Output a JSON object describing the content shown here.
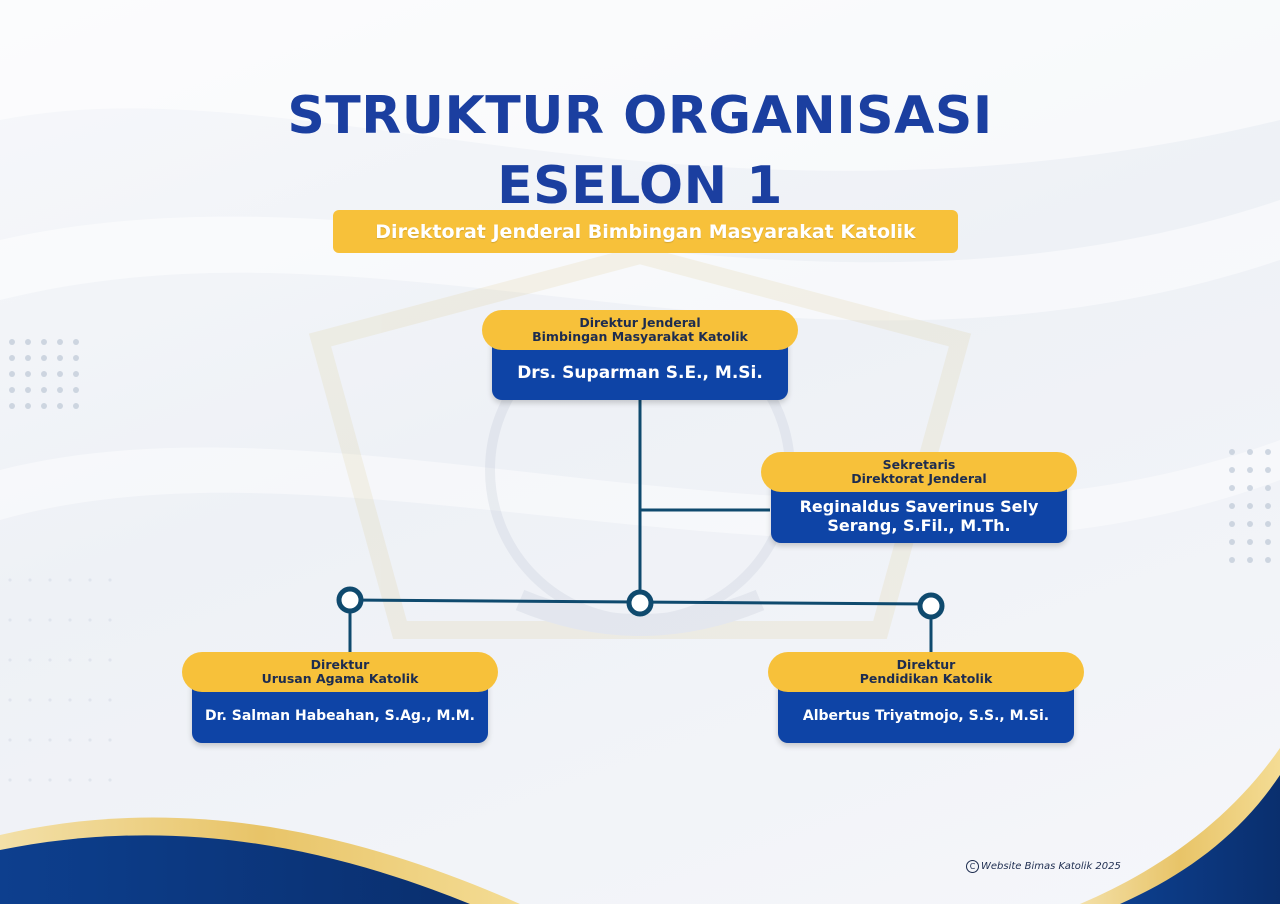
{
  "header": {
    "title_line1": "STRUKTUR ORGANISASI",
    "title_line2": "ESELON 1",
    "subtitle": "Direktorat Jenderal Bimbingan Masyarakat Katolik"
  },
  "nodes": {
    "dirjen": {
      "role_line1": "Direktur Jenderal",
      "role_line2": "Bimbingan Masyarakat Katolik",
      "name": "Drs. Suparman S.E., M.Si."
    },
    "sekretaris": {
      "role_line1": "Sekretaris",
      "role_line2": "Direktorat Jenderal",
      "name_line1": "Reginaldus Saverinus Sely",
      "name_line2": "Serang, S.Fil., M.Th."
    },
    "direktur_urusan": {
      "role_line1": "Direktur",
      "role_line2": "Urusan Agama Katolik",
      "name": "Dr. Salman Habeahan, S.Ag., M.M."
    },
    "direktur_pendidikan": {
      "role_line1": "Direktur",
      "role_line2": "Pendidikan Katolik",
      "name": "Albertus Triyatmojo, S.S., M.Si."
    }
  },
  "footer": {
    "copyright_icon": "copyright-icon",
    "text": "Website Bimas Katolik 2025"
  },
  "colors": {
    "primary_blue": "#0e44a6",
    "title_blue": "#1b3fa0",
    "gold": "#f7c13a",
    "line": "#0f4a6e"
  }
}
